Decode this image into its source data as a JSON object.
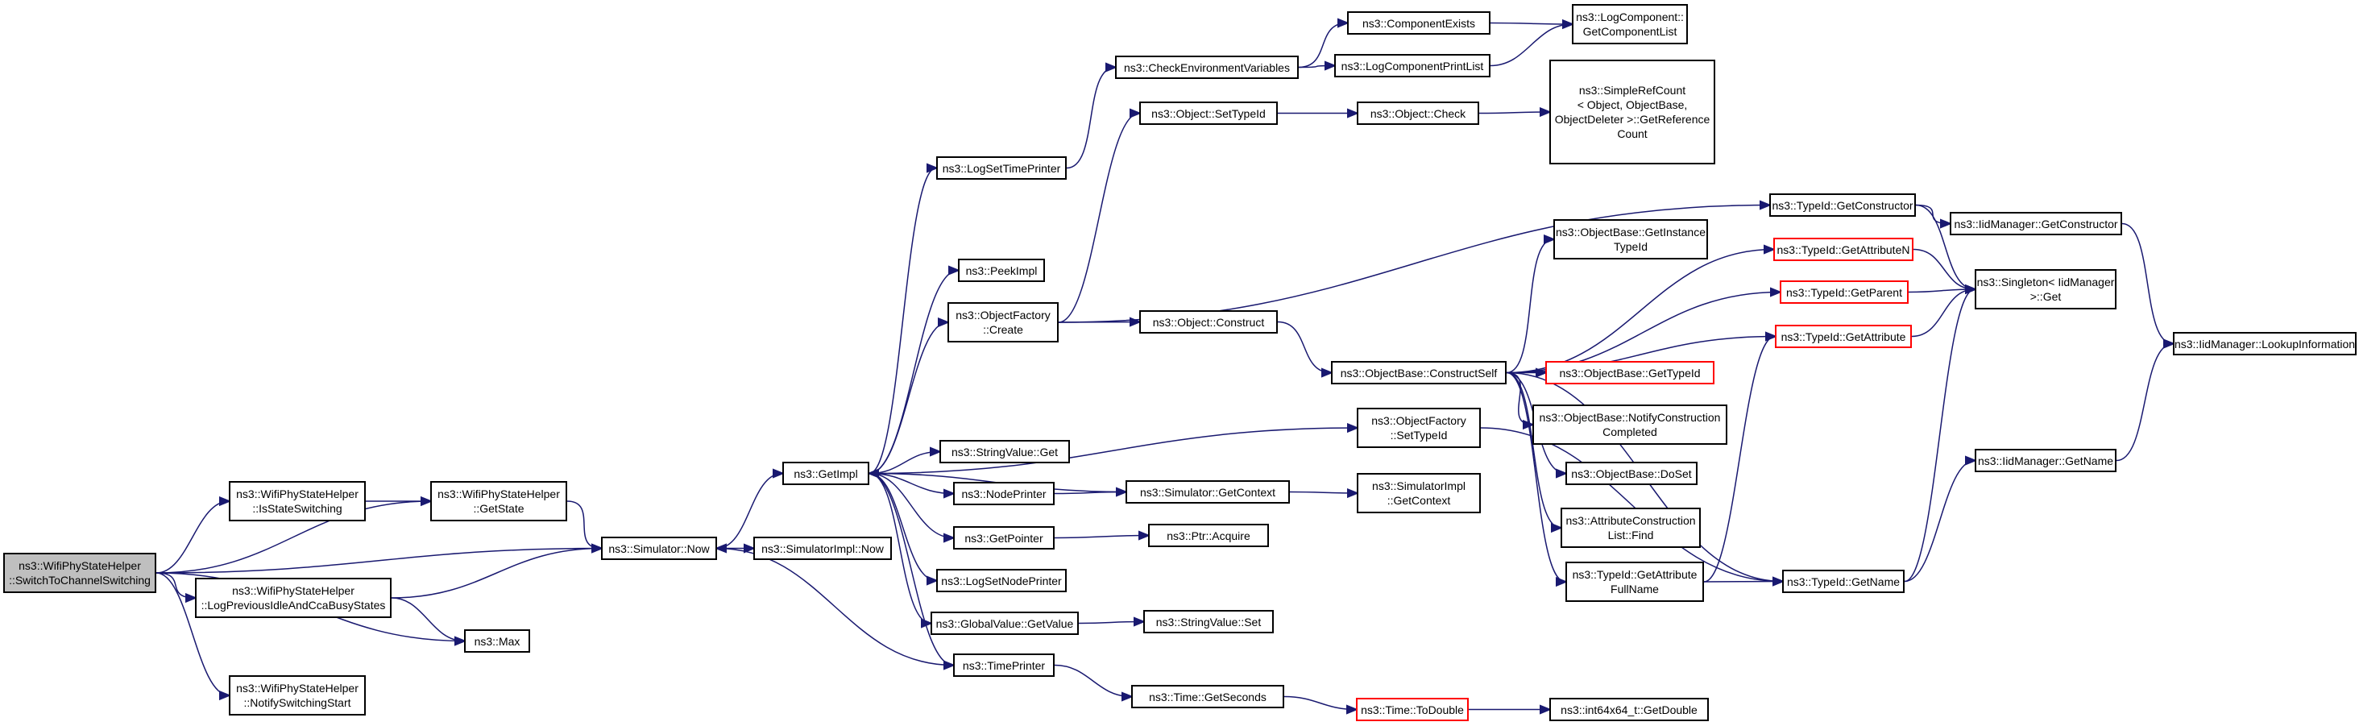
{
  "diagram": {
    "colors": {
      "edge": "#191970",
      "node_border": "#000000",
      "node_border_highlight": "#ff0000",
      "root_fill": "#bfbfbf",
      "node_fill": "#ffffff"
    },
    "nodes": [
      {
        "id": "root",
        "lines": [
          "ns3::WifiPhyStateHelper",
          "::SwitchToChannelSwitching"
        ],
        "style": "root"
      },
      {
        "id": "isStateSwitching",
        "lines": [
          "ns3::WifiPhyStateHelper",
          "::IsStateSwitching"
        ]
      },
      {
        "id": "logPrevious",
        "lines": [
          "ns3::WifiPhyStateHelper",
          "::LogPreviousIdleAndCcaBusyStates"
        ]
      },
      {
        "id": "notifySwitching",
        "lines": [
          "ns3::WifiPhyStateHelper",
          "::NotifySwitchingStart"
        ]
      },
      {
        "id": "getState",
        "lines": [
          "ns3::WifiPhyStateHelper",
          "::GetState"
        ]
      },
      {
        "id": "simNow",
        "lines": [
          "ns3::Simulator::Now"
        ]
      },
      {
        "id": "max",
        "lines": [
          "ns3::Max"
        ]
      },
      {
        "id": "simImplNow",
        "lines": [
          "ns3::SimulatorImpl::Now"
        ]
      },
      {
        "id": "getImpl",
        "lines": [
          "ns3::GetImpl"
        ]
      },
      {
        "id": "logSetTimePrinter",
        "lines": [
          "ns3::LogSetTimePrinter"
        ]
      },
      {
        "id": "peekImpl",
        "lines": [
          "ns3::PeekImpl"
        ]
      },
      {
        "id": "objFactoryCreate",
        "lines": [
          "ns3::ObjectFactory",
          "::Create"
        ]
      },
      {
        "id": "stringValueGet",
        "lines": [
          "ns3::StringValue::Get"
        ]
      },
      {
        "id": "nodePrinter",
        "lines": [
          "ns3::NodePrinter"
        ]
      },
      {
        "id": "getPointer",
        "lines": [
          "ns3::GetPointer"
        ]
      },
      {
        "id": "logSetNodePrinter",
        "lines": [
          "ns3::LogSetNodePrinter"
        ]
      },
      {
        "id": "globalValueGetValue",
        "lines": [
          "ns3::GlobalValue::GetValue"
        ]
      },
      {
        "id": "timePrinter",
        "lines": [
          "ns3::TimePrinter"
        ]
      },
      {
        "id": "checkEnvVars",
        "lines": [
          "ns3::CheckEnvironmentVariables"
        ]
      },
      {
        "id": "componentExists",
        "lines": [
          "ns3::ComponentExists"
        ]
      },
      {
        "id": "logCompPrintList",
        "lines": [
          "ns3::LogComponentPrintList"
        ]
      },
      {
        "id": "logCompGetList",
        "lines": [
          "ns3::LogComponent::",
          "GetComponentList"
        ]
      },
      {
        "id": "objSetTypeId",
        "lines": [
          "ns3::Object::SetTypeId"
        ]
      },
      {
        "id": "objCheck",
        "lines": [
          "ns3::Object::Check"
        ]
      },
      {
        "id": "simpleRefCount",
        "lines": [
          "ns3::SimpleRefCount",
          "< Object, ObjectBase,",
          "ObjectDeleter >::GetReference",
          "Count"
        ]
      },
      {
        "id": "objConstruct",
        "lines": [
          "ns3::Object::Construct"
        ]
      },
      {
        "id": "simGetContext",
        "lines": [
          "ns3::Simulator::GetContext"
        ]
      },
      {
        "id": "ptrAcquire",
        "lines": [
          "ns3::Ptr::Acquire"
        ]
      },
      {
        "id": "stringValueSet",
        "lines": [
          "ns3::StringValue::Set"
        ]
      },
      {
        "id": "timeGetSeconds",
        "lines": [
          "ns3::Time::GetSeconds"
        ]
      },
      {
        "id": "objBaseConstructSelf",
        "lines": [
          "ns3::ObjectBase::ConstructSelf"
        ]
      },
      {
        "id": "objFactorySetTypeId",
        "lines": [
          "ns3::ObjectFactory",
          "::SetTypeId"
        ]
      },
      {
        "id": "simImplGetContext",
        "lines": [
          "ns3::SimulatorImpl",
          "::GetContext"
        ]
      },
      {
        "id": "timeToDouble",
        "lines": [
          "ns3::Time::ToDouble"
        ],
        "style": "red"
      },
      {
        "id": "int64GetDouble",
        "lines": [
          "ns3::int64x64_t::GetDouble"
        ]
      },
      {
        "id": "objBaseGetInstanceTypeId",
        "lines": [
          "ns3::ObjectBase::GetInstance",
          "TypeId"
        ]
      },
      {
        "id": "objBaseGetTypeId",
        "lines": [
          "ns3::ObjectBase::GetTypeId"
        ],
        "style": "red"
      },
      {
        "id": "objBaseNotifyConstruction",
        "lines": [
          "ns3::ObjectBase::NotifyConstruction",
          "Completed"
        ]
      },
      {
        "id": "objBaseDoSet",
        "lines": [
          "ns3::ObjectBase::DoSet"
        ]
      },
      {
        "id": "attrConstructionListFind",
        "lines": [
          "ns3::AttributeConstruction",
          "List::Find"
        ]
      },
      {
        "id": "typeIdGetAttributeFullName",
        "lines": [
          "ns3::TypeId::GetAttribute",
          "FullName"
        ]
      },
      {
        "id": "typeIdGetConstructor",
        "lines": [
          "ns3::TypeId::GetConstructor"
        ]
      },
      {
        "id": "typeIdGetAttributeN",
        "lines": [
          "ns3::TypeId::GetAttributeN"
        ],
        "style": "red"
      },
      {
        "id": "typeIdGetParent",
        "lines": [
          "ns3::TypeId::GetParent"
        ],
        "style": "red"
      },
      {
        "id": "typeIdGetAttribute",
        "lines": [
          "ns3::TypeId::GetAttribute"
        ],
        "style": "red"
      },
      {
        "id": "typeIdGetName",
        "lines": [
          "ns3::TypeId::GetName"
        ]
      },
      {
        "id": "iidManagerGetConstructor",
        "lines": [
          "ns3::IidManager::GetConstructor"
        ]
      },
      {
        "id": "singletonGet",
        "lines": [
          "ns3::Singleton< IidManager",
          ">::Get"
        ]
      },
      {
        "id": "iidManagerGetName",
        "lines": [
          "ns3::IidManager::GetName"
        ]
      },
      {
        "id": "iidManagerLookupInfo",
        "lines": [
          "ns3::IidManager::LookupInformation"
        ]
      }
    ],
    "edges": [
      [
        "root",
        "getState"
      ],
      [
        "root",
        "isStateSwitching"
      ],
      [
        "root",
        "simNow"
      ],
      [
        "root",
        "logPrevious"
      ],
      [
        "root",
        "max"
      ],
      [
        "root",
        "notifySwitching"
      ],
      [
        "isStateSwitching",
        "getState"
      ],
      [
        "getState",
        "simNow"
      ],
      [
        "logPrevious",
        "simNow"
      ],
      [
        "logPrevious",
        "max"
      ],
      [
        "simNow",
        "getImpl"
      ],
      [
        "simNow",
        "simImplNow"
      ],
      [
        "getImpl",
        "logSetTimePrinter"
      ],
      [
        "getImpl",
        "peekImpl"
      ],
      [
        "getImpl",
        "objFactoryCreate"
      ],
      [
        "getImpl",
        "objFactorySetTypeId"
      ],
      [
        "getImpl",
        "stringValueGet"
      ],
      [
        "getImpl",
        "nodePrinter"
      ],
      [
        "getImpl",
        "getPointer"
      ],
      [
        "getImpl",
        "logSetNodePrinter"
      ],
      [
        "getImpl",
        "globalValueGetValue"
      ],
      [
        "getImpl",
        "timePrinter"
      ],
      [
        "logSetTimePrinter",
        "checkEnvVars"
      ],
      [
        "checkEnvVars",
        "componentExists"
      ],
      [
        "checkEnvVars",
        "logCompPrintList"
      ],
      [
        "componentExists",
        "logCompGetList"
      ],
      [
        "logCompPrintList",
        "logCompGetList"
      ],
      [
        "objFactoryCreate",
        "objSetTypeId"
      ],
      [
        "objFactoryCreate",
        "objConstruct"
      ],
      [
        "objFactoryCreate",
        "typeIdGetConstructor"
      ],
      [
        "objSetTypeId",
        "objCheck"
      ],
      [
        "objCheck",
        "simpleRefCount"
      ],
      [
        "objConstruct",
        "objBaseConstructSelf"
      ],
      [
        "nodePrinter",
        "simGetContext"
      ],
      [
        "simGetContext",
        "getImpl"
      ],
      [
        "simGetContext",
        "simImplGetContext"
      ],
      [
        "getPointer",
        "ptrAcquire"
      ],
      [
        "globalValueGetValue",
        "stringValueSet"
      ],
      [
        "timePrinter",
        "simNow"
      ],
      [
        "timePrinter",
        "timeGetSeconds"
      ],
      [
        "timeGetSeconds",
        "timeToDouble"
      ],
      [
        "timeToDouble",
        "int64GetDouble"
      ],
      [
        "objFactorySetTypeId",
        "typeIdGetName"
      ],
      [
        "objBaseConstructSelf",
        "objBaseGetInstanceTypeId"
      ],
      [
        "objBaseConstructSelf",
        "typeIdGetAttributeN"
      ],
      [
        "objBaseConstructSelf",
        "typeIdGetParent"
      ],
      [
        "objBaseConstructSelf",
        "typeIdGetAttribute"
      ],
      [
        "objBaseConstructSelf",
        "objBaseGetTypeId"
      ],
      [
        "objBaseConstructSelf",
        "objBaseNotifyConstruction"
      ],
      [
        "objBaseConstructSelf",
        "objBaseDoSet"
      ],
      [
        "objBaseConstructSelf",
        "attrConstructionListFind"
      ],
      [
        "objBaseConstructSelf",
        "typeIdGetAttributeFullName"
      ],
      [
        "objBaseConstructSelf",
        "typeIdGetName"
      ],
      [
        "typeIdGetAttributeFullName",
        "typeIdGetAttribute"
      ],
      [
        "typeIdGetAttributeFullName",
        "typeIdGetName"
      ],
      [
        "typeIdGetConstructor",
        "iidManagerGetConstructor"
      ],
      [
        "typeIdGetConstructor",
        "singletonGet"
      ],
      [
        "typeIdGetAttributeN",
        "singletonGet"
      ],
      [
        "typeIdGetParent",
        "singletonGet"
      ],
      [
        "typeIdGetAttribute",
        "singletonGet"
      ],
      [
        "typeIdGetName",
        "singletonGet"
      ],
      [
        "typeIdGetName",
        "iidManagerGetName"
      ],
      [
        "iidManagerGetConstructor",
        "iidManagerLookupInfo"
      ],
      [
        "iidManagerGetName",
        "iidManagerLookupInfo"
      ]
    ]
  }
}
